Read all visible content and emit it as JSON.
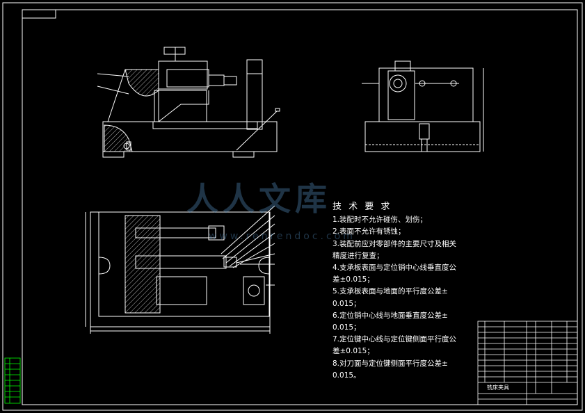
{
  "technical_requirements": {
    "title": "技 术 要 求",
    "lines": [
      "1.装配时不允许碰伤、划伤；",
      "2.表面不允许有锈蚀；",
      "3.装配前应对零部件的主要尺寸及相关",
      "精度进行复查；",
      "4.支承板表面与定位销中心线垂直度公",
      "差±0.015；",
      "5.支承板表面与地面的平行度公差±",
      "0.015；",
      "6.定位销中心线与地面垂直度公差±",
      "0.015；",
      "7.定位键中心线与定位键侧面平行度公",
      "差±0.015；",
      "8.对刀面与定位键侧面平行度公差±",
      "0.015。"
    ]
  },
  "watermark": {
    "text": "人人文库",
    "subtext": "www.renrendoc.com"
  },
  "title_block": {
    "drawing_name": "铣床夹具"
  },
  "colors": {
    "background": "#000000",
    "line": "#ffffff",
    "accent_green": "#00ff00",
    "watermark": "#5a96c8"
  }
}
